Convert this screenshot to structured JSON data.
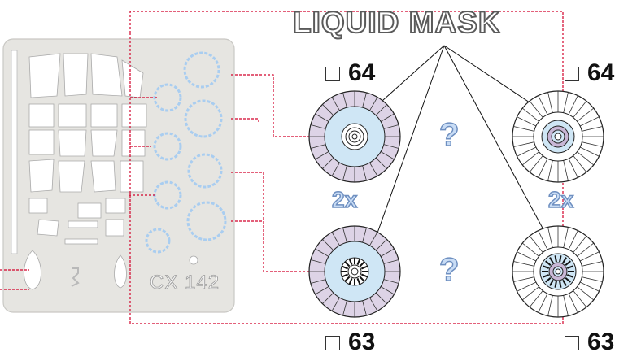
{
  "title": "LIQUID MASK",
  "plate": {
    "code": "CX 142"
  },
  "refs": {
    "top_left": "64",
    "top_right": "64",
    "bottom_left": "63",
    "bottom_right": "63"
  },
  "multiplier_left": "2x",
  "multiplier_right": "2x",
  "unknown_top": "?",
  "unknown_bottom": "?",
  "colors": {
    "plate": "#e6e5e1",
    "tire": "#ddd3e6",
    "hub": "#cfe6f5",
    "dotted_line": "#d2002a",
    "mask_outline": "#a9cdf0",
    "title_outline": "#5a5a5a"
  }
}
